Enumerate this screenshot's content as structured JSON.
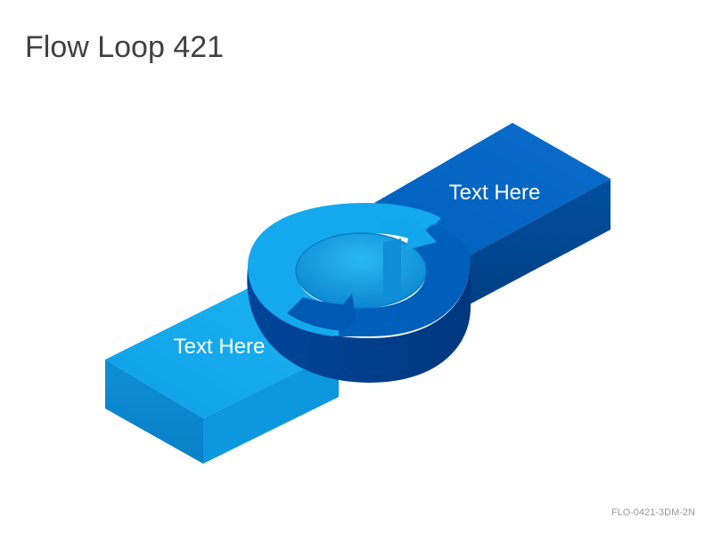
{
  "title": "Flow Loop 421",
  "footer_code": "FLO-0421-3DM-2N",
  "labels": {
    "left": "Text Here",
    "right": "Text Here"
  },
  "colors": {
    "light_blue": "#0ea5ec",
    "dark_blue": "#0061bd"
  }
}
